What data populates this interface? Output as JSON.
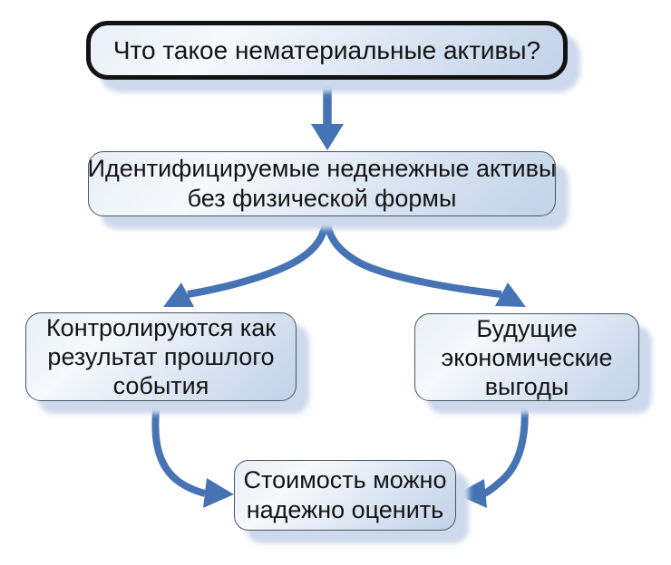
{
  "diagram": {
    "language": "ru",
    "type": "flowchart",
    "nodes": {
      "question": {
        "label": "Что такое нематериальные активы?",
        "lines": [
          "Что такое нематериальные активы?"
        ]
      },
      "definition": {
        "label": "Идентифицируемые неденежные активы без физической формы",
        "lines": [
          "Идентифицируемые неденежные активы",
          "без физической формы"
        ]
      },
      "control": {
        "label": "Контролируются как результат прошлого события",
        "lines": [
          "Контролируются как",
          "результат прошлого",
          "события"
        ]
      },
      "benefits": {
        "label": "Будущие экономические выгоды",
        "lines": [
          "Будущие",
          "экономические",
          "выгоды"
        ]
      },
      "valuation": {
        "label": "Стоимость можно надежно оценить",
        "lines": [
          "Стоимость можно",
          "надежно оценить"
        ]
      }
    },
    "edges": [
      {
        "from": "question",
        "to": "definition"
      },
      {
        "from": "definition",
        "to": "control"
      },
      {
        "from": "definition",
        "to": "benefits"
      },
      {
        "from": "control",
        "to": "valuation"
      },
      {
        "from": "benefits",
        "to": "valuation"
      }
    ],
    "colors": {
      "background": "#ffffff",
      "arrow": "#4673b4",
      "box_fill_light": "#f6f9fd",
      "box_fill_dark": "#c2d2e9",
      "box_border": "#4a5563",
      "question_border": "#121212",
      "shadow": "#cdd9ec",
      "text": "#141414"
    }
  }
}
